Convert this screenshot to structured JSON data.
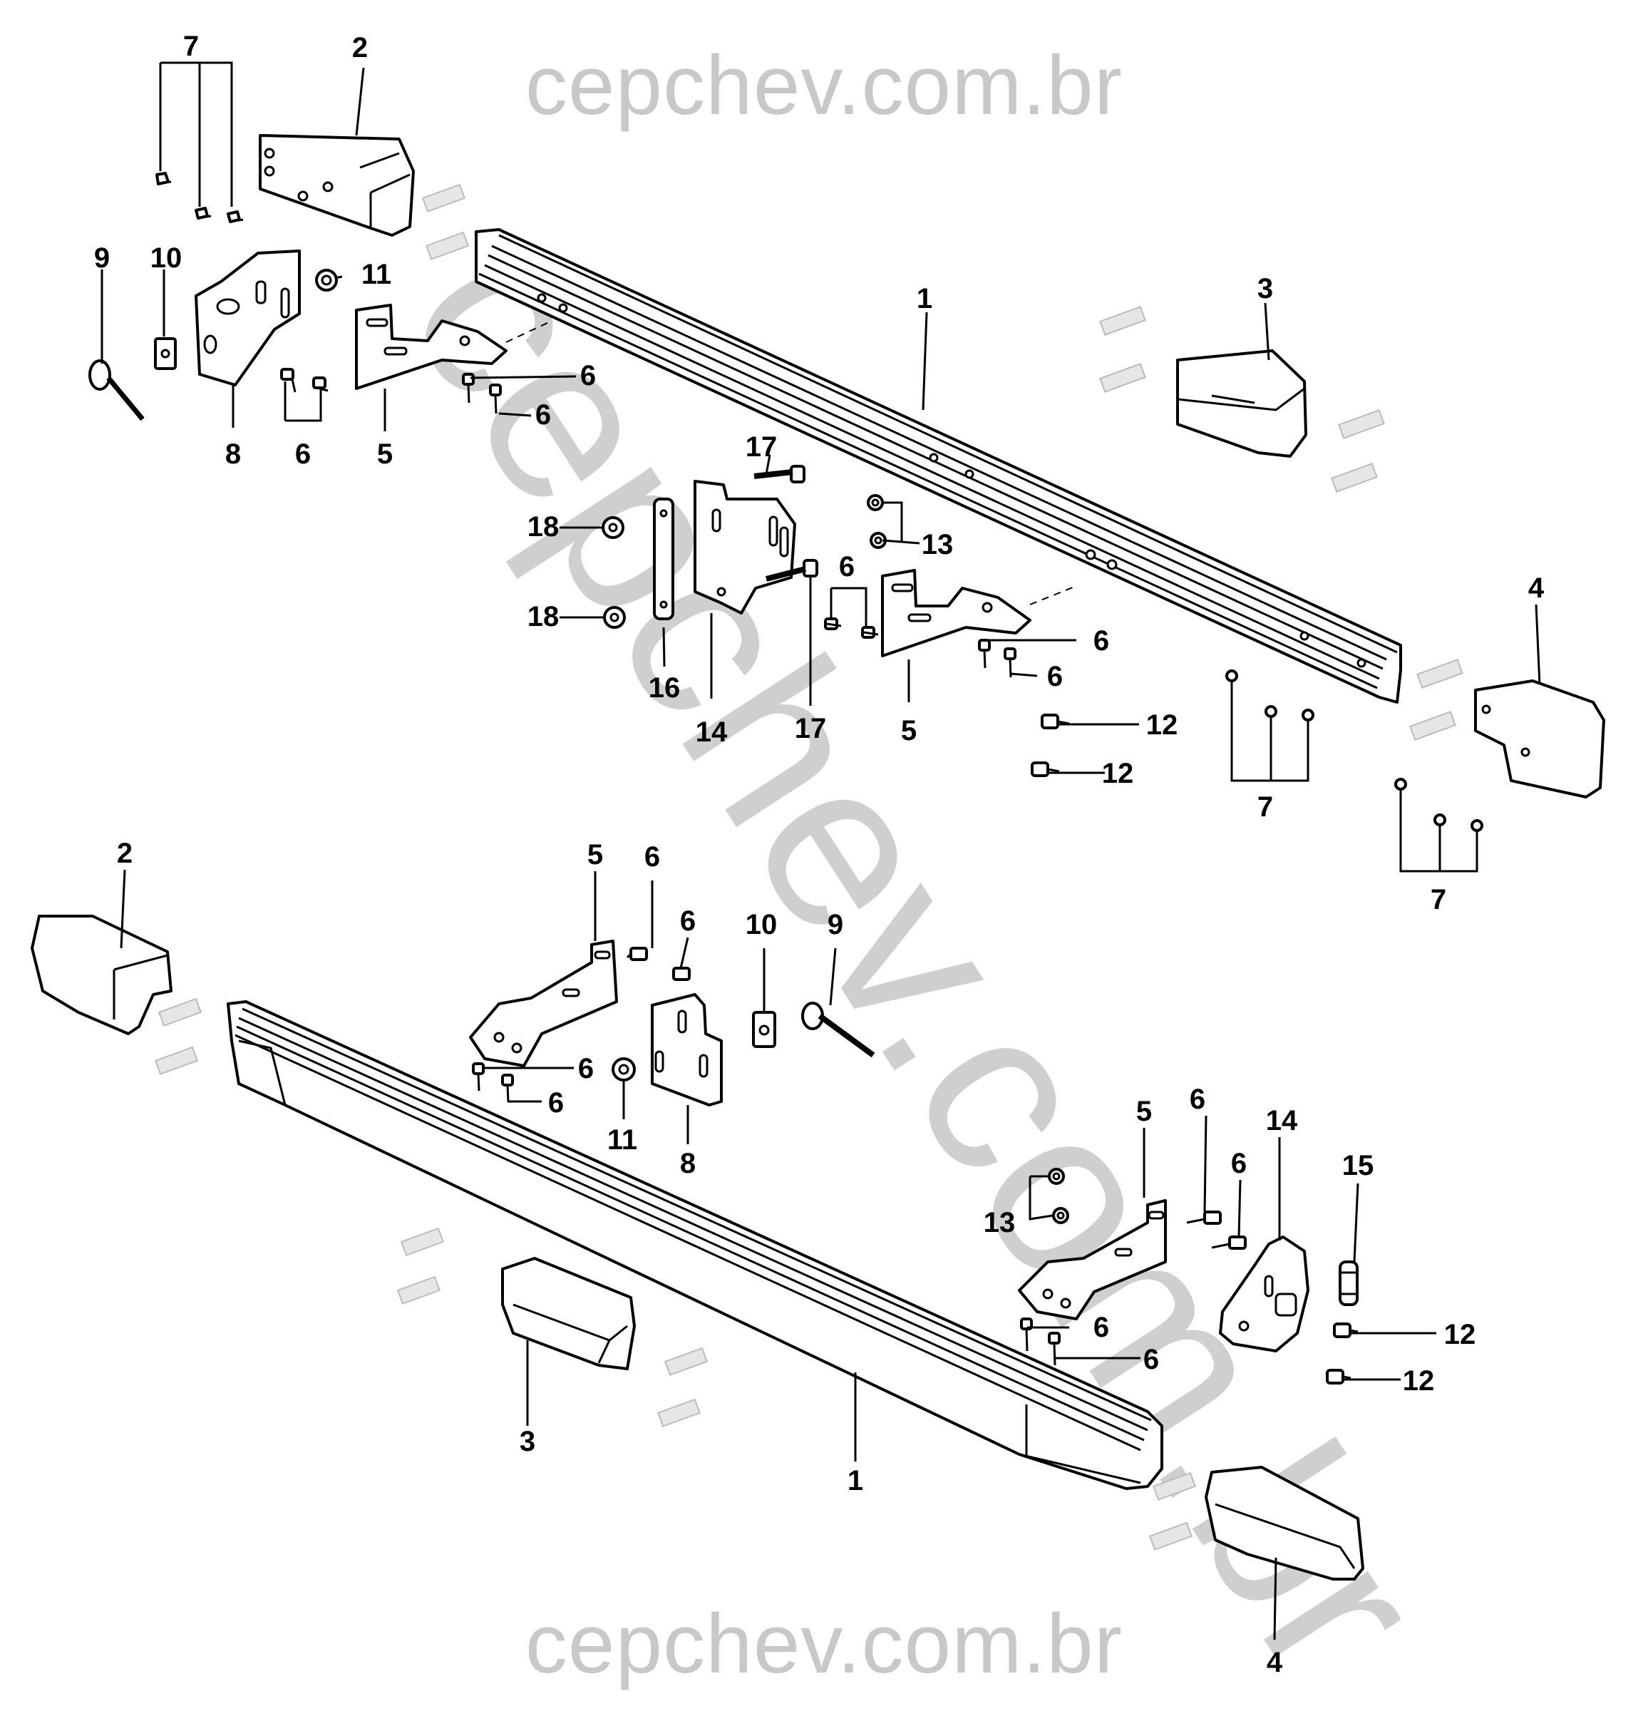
{
  "watermark": {
    "top": "cepchev.com.br",
    "bottom": "cepchev.com.br",
    "diagonal": "cepchev.com.br"
  },
  "callouts": {
    "c1a": "1",
    "c1b": "1",
    "c2a": "2",
    "c2b": "2",
    "c3a": "3",
    "c3b": "3",
    "c4a": "4",
    "c4b": "4",
    "c5a": "5",
    "c5b": "5",
    "c5c": "5",
    "c5d": "5",
    "c6a": "6",
    "c6b": "6",
    "c6c": "6",
    "c6d": "6",
    "c6e": "6",
    "c6f": "6",
    "c6g": "6",
    "c6h": "6",
    "c6i": "6",
    "c6j": "6",
    "c6k": "6",
    "c6l": "6",
    "c6m": "6",
    "c7a": "7",
    "c7b": "7",
    "c7c": "7",
    "c8a": "8",
    "c8b": "8",
    "c9a": "9",
    "c9b": "9",
    "c10a": "10",
    "c10b": "10",
    "c11a": "11",
    "c11b": "11",
    "c12a": "12",
    "c12b": "12",
    "c12c": "12",
    "c12d": "12",
    "c13a": "13",
    "c13b": "13",
    "c14a": "14",
    "c14b": "14",
    "c15a": "15",
    "c16a": "16",
    "c17a": "17",
    "c17b": "17",
    "c18a": "18",
    "c18b": "18"
  }
}
